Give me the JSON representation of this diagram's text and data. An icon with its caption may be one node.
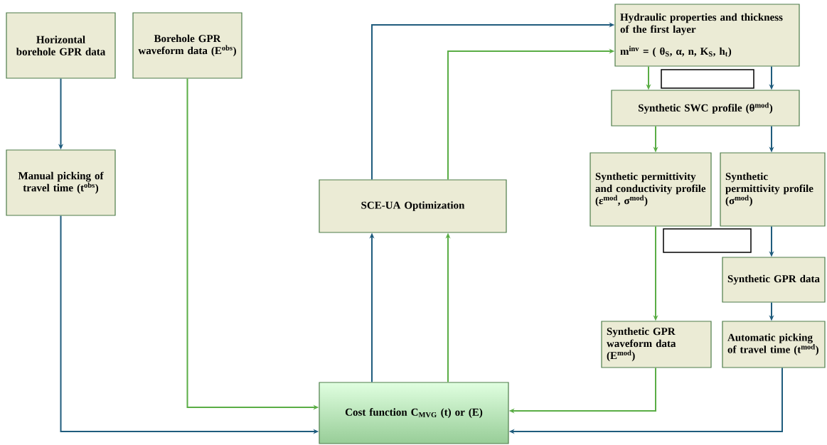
{
  "diagram": {
    "nodes": [
      {
        "text": [
          "Horizontal borehole GPR data"
        ]
      },
      {
        "text": [
          "Borehole GPR waveform data (E$^{obs}$)"
        ]
      },
      {
        "text": [
          "Manual picking of travel time (t$^{obs}$)"
        ]
      },
      {
        "text": [
          "SCE-UA Optimization"
        ]
      },
      {
        "text": [
          "Hydraulic properties and thickness of the first layer",
          "m$^{inv}$ = ( θ$_{S}$, α, n, K$_{S}$, h$_{t}$)"
        ]
      },
      {
        "text": [],
        "shape": "box"
      },
      {
        "text": [
          "Synthetic SWC profile (θ$^{mod}$)"
        ]
      },
      {
        "text": [
          "Synthetic permittivity and conductivity profile (ε$^{mod}$, σ$^{mod}$)"
        ]
      },
      {
        "text": [
          "Synthetic permittivity profile (σ$^{mod}$)"
        ]
      },
      {
        "text": [],
        "shape": "box"
      },
      {
        "text": [
          "Synthetic GPR data"
        ]
      },
      {
        "text": [
          "Synthetic GPR waveform data (E$^{mod}$)"
        ]
      },
      {
        "text": [
          "Automatic picking of travel time (t$^{mod}$)"
        ]
      },
      {
        "text": [
          "Cost function C$_{MVG}$ (t) or (E)"
        ]
      }
    ],
    "edges": [
      {
        "from": 0,
        "to": 2,
        "arrow": "to"
      },
      {
        "from": 2,
        "to": 13,
        "arrow": "to"
      },
      {
        "from": 1,
        "to": 13,
        "arrow": "to",
        "color": "#5aad45"
      },
      {
        "from": 13,
        "to": 3,
        "arrow": "to"
      },
      {
        "from": 13,
        "to": 3,
        "arrow": "to",
        "color": "#5aad45"
      },
      {
        "from": 3,
        "to": 4,
        "arrow": "to"
      },
      {
        "from": 3,
        "to": 4,
        "arrow": "to",
        "color": "#5aad45"
      },
      {
        "from": 4,
        "to": 6,
        "arrow": "to",
        "color": "#5aad45"
      },
      {
        "from": 4,
        "to": 6,
        "arrow": "to"
      },
      {
        "from": 6,
        "to": 7,
        "arrow": "to",
        "color": "#5aad45"
      },
      {
        "from": 6,
        "to": 8,
        "arrow": "to"
      },
      {
        "from": 7,
        "to": 11,
        "arrow": "to",
        "color": "#5aad45"
      },
      {
        "from": 8,
        "to": 10,
        "arrow": "to"
      },
      {
        "from": 10,
        "to": 12,
        "arrow": "to"
      },
      {
        "from": 11,
        "to": 13,
        "arrow": "to",
        "color": "#5aad45"
      },
      {
        "from": 12,
        "to": 13,
        "arrow": "to"
      }
    ]
  }
}
